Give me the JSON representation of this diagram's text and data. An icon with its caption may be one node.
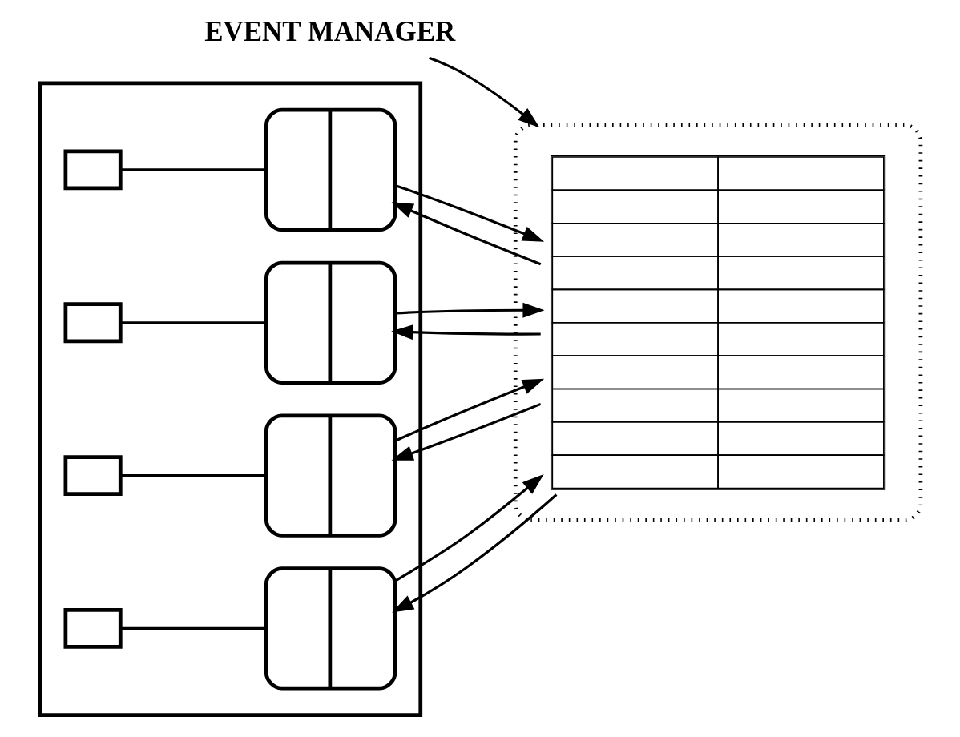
{
  "diagram": {
    "nodes": [
      {
        "text": [],
        "shape": "box"
      },
      {
        "text": [],
        "shape": "box",
        "in": 0
      },
      {
        "text": [],
        "shape": "box",
        "in": 0
      },
      {
        "text": [],
        "shape": "box",
        "in": 0
      },
      {
        "text": [],
        "shape": "box",
        "in": 0
      },
      {
        "text": [],
        "shape": "box",
        "in": 0
      },
      {
        "text": [],
        "shape": "box",
        "in": 0
      },
      {
        "text": [],
        "shape": "box",
        "in": 0
      },
      {
        "text": [],
        "shape": "box",
        "in": 0
      },
      {
        "text": [],
        "shape": "box"
      },
      {
        "text": [],
        "shape": "table",
        "in": 9
      },
      {
        "text": [
          "EVENT MANAGER"
        ]
      }
    ],
    "edges": [
      {
        "from": 5,
        "to": 1,
        "arrow": "none"
      },
      {
        "from": 6,
        "to": 2,
        "arrow": "none"
      },
      {
        "from": 7,
        "to": 3,
        "arrow": "none"
      },
      {
        "from": 8,
        "to": 4,
        "arrow": "none"
      },
      {
        "from": 1,
        "to": 10,
        "arrow": "to"
      },
      {
        "from": 10,
        "to": 1,
        "arrow": "to"
      },
      {
        "from": 2,
        "to": 10,
        "arrow": "to"
      },
      {
        "from": 10,
        "to": 2,
        "arrow": "to"
      },
      {
        "from": 3,
        "to": 10,
        "arrow": "to"
      },
      {
        "from": 10,
        "to": 3,
        "arrow": "to"
      },
      {
        "from": 4,
        "to": 10,
        "arrow": "to"
      },
      {
        "from": 10,
        "to": 4,
        "arrow": "to"
      },
      {
        "from": 11,
        "to": 9,
        "arrow": "to"
      }
    ]
  }
}
